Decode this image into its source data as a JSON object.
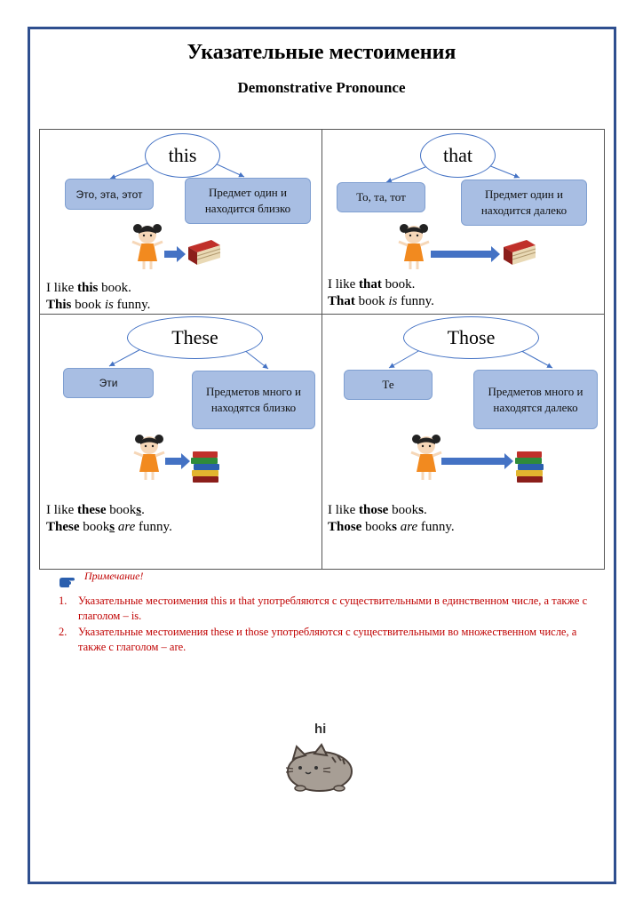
{
  "header": {
    "title": "Указательные местоимения",
    "subtitle": "Demonstrative Pronounce"
  },
  "cells": [
    {
      "word": "this",
      "left_box": "Это, эта, этот",
      "right_box": "Предмет один и находится близко",
      "line1": {
        "a": "I like ",
        "b": "this",
        "c": " book."
      },
      "line2": {
        "a": "This",
        "b": " book ",
        "c": "is",
        "d": " funny."
      }
    },
    {
      "word": "that",
      "left_box": "То, та, тот",
      "right_box": "Предмет один и находится далеко",
      "line1": {
        "a": "I like ",
        "b": "that",
        "c": " book."
      },
      "line2": {
        "a": "That",
        "b": " book ",
        "c": "is",
        "d": " funny."
      }
    },
    {
      "word": "These",
      "left_box": "Эти",
      "right_box": "Предметов много и находятся близко",
      "line1": {
        "a": "I like ",
        "b": "these",
        "c": " book",
        "d": "s",
        "e": "."
      },
      "line2": {
        "a": "These",
        "b": " book",
        "c": "s",
        "d": " ",
        "e": "are",
        "f": " funny."
      }
    },
    {
      "word": "Those",
      "left_box": "Те",
      "right_box": "Предметов много и находятся далеко",
      "line1": {
        "a": "I like ",
        "b": "those",
        "c": " book",
        "d": "s",
        "e": "."
      },
      "line2": {
        "a": "Those",
        "b": " book",
        "c": "s",
        "d": " ",
        "e": "are",
        "f": " funny."
      }
    }
  ],
  "note": {
    "title": "Примечание!",
    "icon": "pointing-hand-icon",
    "items": [
      {
        "num": "1.",
        "text": "Указательные местоимения this и that употребляются с существительными в единственном числе, а также с глаголом – is."
      },
      {
        "num": "2.",
        "text": "Указательные местоимения these и those употребляются с существительными во множественном числе, а также с глаголом – are."
      }
    ]
  },
  "mascot": {
    "label": "hi",
    "icon": "pusheen-cat-icon"
  },
  "colors": {
    "frame": "#2f4f8f",
    "oval_border": "#4472c4",
    "box_fill": "#a8bee3",
    "arrow": "#4472c4",
    "note_text": "#c00000"
  }
}
